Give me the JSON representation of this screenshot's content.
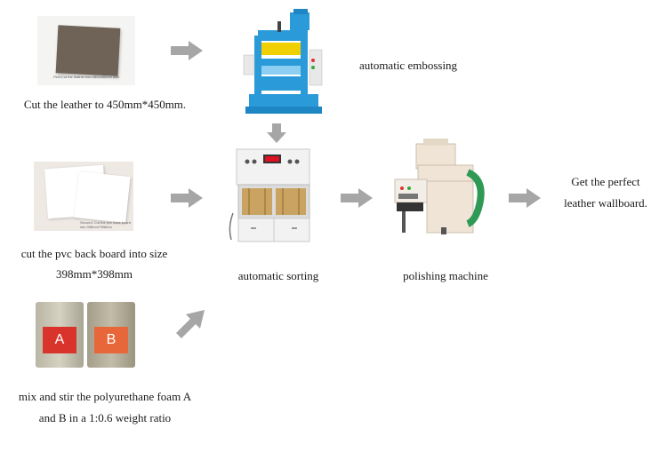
{
  "steps": {
    "cut_leather": "Cut the leather to 450mm*450mm.",
    "leather_photo_caption": "First:Cut the leather into 450x450mm size",
    "embossing": "automatic embossing",
    "cut_pvc_line1": "cut the pvc back board into size",
    "cut_pvc_line2": "398mm*398mm",
    "pvc_photo_caption": "Second: Cut the pvc back board into 398mm*398mm",
    "sorting": "automatic sorting",
    "polishing": "polishing machine",
    "result_line1": "Get the perfect",
    "result_line2": "leather wallboard.",
    "mix_line1": "mix and stir the polyurethane foam A",
    "mix_line2": "and B in a 1:0.6 weight ratio"
  },
  "cans": {
    "a_letter": "A",
    "b_letter": "B"
  },
  "colors": {
    "arrow": "#a6a6a6",
    "machine_blue": "#2a9ad8",
    "leather": "#6f6358",
    "can_a_label": "#d9342b",
    "can_b_label": "#e8673a",
    "polisher_body": "#efe4d6",
    "polisher_hose": "#2e9a55"
  },
  "icons": [
    "right-arrow-icon",
    "down-arrow-icon",
    "diagonal-arrow-icon"
  ]
}
